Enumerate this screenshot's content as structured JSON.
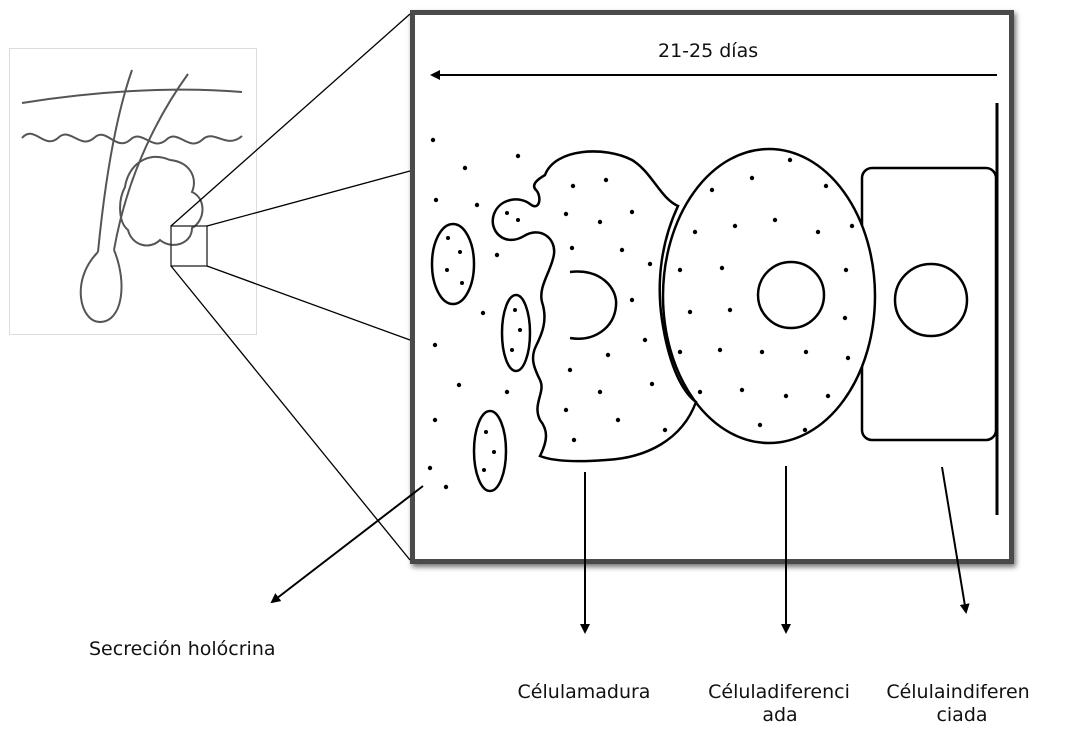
{
  "labels": {
    "duration": "21-25 días",
    "secretion": "Secreción holócrina",
    "mature_cell": "Célulamadura",
    "differentiated_cell_line1": "Céluladiferenci",
    "differentiated_cell_line2": "ada",
    "undifferentiated_cell_line1": "Célulaindiferen",
    "undifferentiated_cell_line2": "ciada"
  },
  "icons": {
    "thumbnail": "hair-follicle-with-sebaceous-gland-icon",
    "magnifier_box": "zoom-region-icon"
  }
}
